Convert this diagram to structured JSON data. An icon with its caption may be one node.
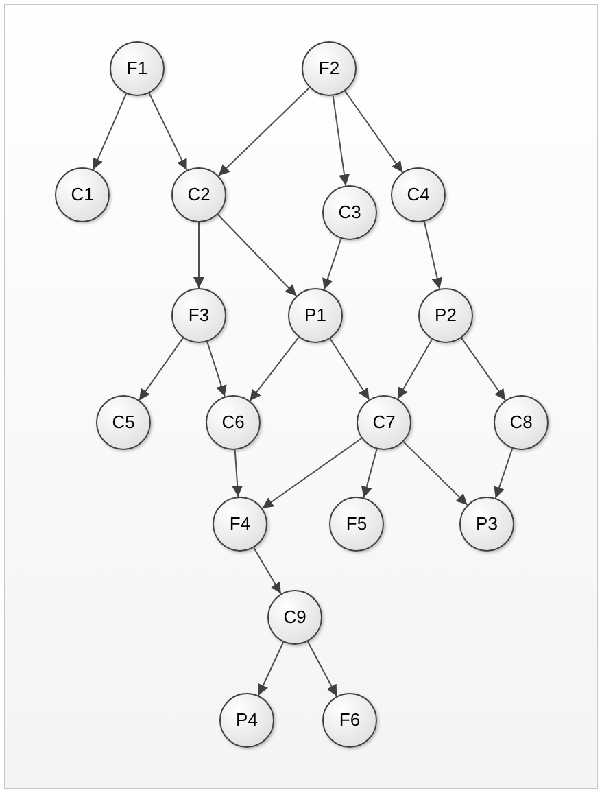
{
  "diagram": {
    "nodes": [
      {
        "text": [
          "F1"
        ]
      },
      {
        "text": [
          "F2"
        ]
      },
      {
        "text": [
          "C1"
        ]
      },
      {
        "text": [
          "C2"
        ]
      },
      {
        "text": [
          "C3"
        ]
      },
      {
        "text": [
          "C4"
        ]
      },
      {
        "text": [
          "F3"
        ]
      },
      {
        "text": [
          "P1"
        ]
      },
      {
        "text": [
          "P2"
        ]
      },
      {
        "text": [
          "C5"
        ]
      },
      {
        "text": [
          "C6"
        ]
      },
      {
        "text": [
          "C7"
        ]
      },
      {
        "text": [
          "C8"
        ]
      },
      {
        "text": [
          "F4"
        ]
      },
      {
        "text": [
          "F5"
        ]
      },
      {
        "text": [
          "P3"
        ]
      },
      {
        "text": [
          "C9"
        ]
      },
      {
        "text": [
          "P4"
        ]
      },
      {
        "text": [
          "F6"
        ]
      }
    ],
    "edges": [
      {
        "from": 0,
        "to": 2,
        "arrow": "to"
      },
      {
        "from": 0,
        "to": 3,
        "arrow": "to"
      },
      {
        "from": 1,
        "to": 3,
        "arrow": "to"
      },
      {
        "from": 1,
        "to": 4,
        "arrow": "to"
      },
      {
        "from": 1,
        "to": 5,
        "arrow": "to"
      },
      {
        "from": 3,
        "to": 6,
        "arrow": "to"
      },
      {
        "from": 3,
        "to": 7,
        "arrow": "to"
      },
      {
        "from": 4,
        "to": 7,
        "arrow": "to"
      },
      {
        "from": 5,
        "to": 8,
        "arrow": "to"
      },
      {
        "from": 6,
        "to": 9,
        "arrow": "to"
      },
      {
        "from": 6,
        "to": 10,
        "arrow": "to"
      },
      {
        "from": 7,
        "to": 10,
        "arrow": "to"
      },
      {
        "from": 7,
        "to": 11,
        "arrow": "to"
      },
      {
        "from": 8,
        "to": 11,
        "arrow": "to"
      },
      {
        "from": 8,
        "to": 12,
        "arrow": "to"
      },
      {
        "from": 10,
        "to": 13,
        "arrow": "to"
      },
      {
        "from": 11,
        "to": 13,
        "arrow": "to"
      },
      {
        "from": 11,
        "to": 14,
        "arrow": "to"
      },
      {
        "from": 11,
        "to": 15,
        "arrow": "to"
      },
      {
        "from": 12,
        "to": 15,
        "arrow": "to"
      },
      {
        "from": 13,
        "to": 16,
        "arrow": "to"
      },
      {
        "from": 16,
        "to": 17,
        "arrow": "to"
      },
      {
        "from": 16,
        "to": 18,
        "arrow": "to"
      }
    ]
  }
}
